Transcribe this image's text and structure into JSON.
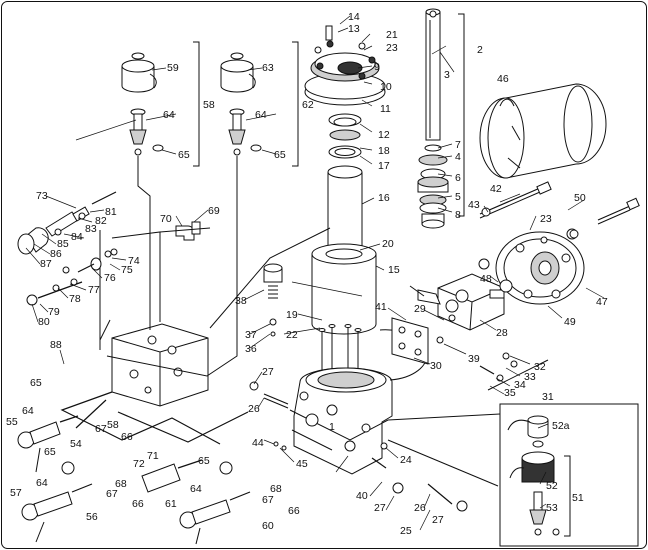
{
  "callouts": [
    {
      "id": "c1",
      "text": "1"
    },
    {
      "id": "c2",
      "text": "2"
    },
    {
      "id": "c3",
      "text": "3"
    },
    {
      "id": "c4",
      "text": "4"
    },
    {
      "id": "c5",
      "text": "5"
    },
    {
      "id": "c6",
      "text": "6"
    },
    {
      "id": "c7",
      "text": "7"
    },
    {
      "id": "c8",
      "text": "8"
    },
    {
      "id": "c9",
      "text": "9"
    },
    {
      "id": "c10",
      "text": "10"
    },
    {
      "id": "c11",
      "text": "11"
    },
    {
      "id": "c12",
      "text": "12"
    },
    {
      "id": "c13",
      "text": "13"
    },
    {
      "id": "c14",
      "text": "14"
    },
    {
      "id": "c15",
      "text": "15"
    },
    {
      "id": "c16",
      "text": "16"
    },
    {
      "id": "c17",
      "text": "17"
    },
    {
      "id": "c18",
      "text": "18"
    },
    {
      "id": "c19",
      "text": "19"
    },
    {
      "id": "c20",
      "text": "20"
    },
    {
      "id": "c21",
      "text": "21"
    },
    {
      "id": "c22",
      "text": "22"
    },
    {
      "id": "c23a",
      "text": "23"
    },
    {
      "id": "c23b",
      "text": "23"
    },
    {
      "id": "c24",
      "text": "24"
    },
    {
      "id": "c25",
      "text": "25"
    },
    {
      "id": "c26a",
      "text": "26"
    },
    {
      "id": "c26b",
      "text": "26"
    },
    {
      "id": "c27a",
      "text": "27"
    },
    {
      "id": "c27b",
      "text": "27"
    },
    {
      "id": "c27c",
      "text": "27"
    },
    {
      "id": "c28",
      "text": "28"
    },
    {
      "id": "c29",
      "text": "29"
    },
    {
      "id": "c30",
      "text": "30"
    },
    {
      "id": "c31",
      "text": "31"
    },
    {
      "id": "c32",
      "text": "32"
    },
    {
      "id": "c33",
      "text": "33"
    },
    {
      "id": "c34",
      "text": "34"
    },
    {
      "id": "c35",
      "text": "35"
    },
    {
      "id": "c36",
      "text": "36"
    },
    {
      "id": "c37",
      "text": "37"
    },
    {
      "id": "c38",
      "text": "38"
    },
    {
      "id": "c39",
      "text": "39"
    },
    {
      "id": "c40",
      "text": "40"
    },
    {
      "id": "c41",
      "text": "41"
    },
    {
      "id": "c42",
      "text": "42"
    },
    {
      "id": "c43",
      "text": "43"
    },
    {
      "id": "c44",
      "text": "44"
    },
    {
      "id": "c45",
      "text": "45"
    },
    {
      "id": "c46",
      "text": "46"
    },
    {
      "id": "c47",
      "text": "47"
    },
    {
      "id": "c48",
      "text": "48"
    },
    {
      "id": "c49",
      "text": "49"
    },
    {
      "id": "c50",
      "text": "50"
    },
    {
      "id": "c51",
      "text": "51"
    },
    {
      "id": "c52",
      "text": "52"
    },
    {
      "id": "c52a",
      "text": "52a"
    },
    {
      "id": "c53",
      "text": "53"
    },
    {
      "id": "c54",
      "text": "54"
    },
    {
      "id": "c55",
      "text": "55"
    },
    {
      "id": "c56",
      "text": "56"
    },
    {
      "id": "c57",
      "text": "57"
    },
    {
      "id": "c58a",
      "text": "58"
    },
    {
      "id": "c58b",
      "text": "58"
    },
    {
      "id": "c59",
      "text": "59"
    },
    {
      "id": "c60",
      "text": "60"
    },
    {
      "id": "c61",
      "text": "61"
    },
    {
      "id": "c62",
      "text": "62"
    },
    {
      "id": "c63",
      "text": "63"
    },
    {
      "id": "c64a",
      "text": "64"
    },
    {
      "id": "c64b",
      "text": "64"
    },
    {
      "id": "c64c",
      "text": "64"
    },
    {
      "id": "c64d",
      "text": "64"
    },
    {
      "id": "c64e",
      "text": "64"
    },
    {
      "id": "c65a",
      "text": "65"
    },
    {
      "id": "c65b",
      "text": "65"
    },
    {
      "id": "c65c",
      "text": "65"
    },
    {
      "id": "c65d",
      "text": "65"
    },
    {
      "id": "c65e",
      "text": "65"
    },
    {
      "id": "c66a",
      "text": "66"
    },
    {
      "id": "c66b",
      "text": "66"
    },
    {
      "id": "c66c",
      "text": "66"
    },
    {
      "id": "c67a",
      "text": "67"
    },
    {
      "id": "c67b",
      "text": "67"
    },
    {
      "id": "c67c",
      "text": "67"
    },
    {
      "id": "c68a",
      "text": "68"
    },
    {
      "id": "c68b",
      "text": "68"
    },
    {
      "id": "c69",
      "text": "69"
    },
    {
      "id": "c70",
      "text": "70"
    },
    {
      "id": "c71",
      "text": "71"
    },
    {
      "id": "c72",
      "text": "72"
    },
    {
      "id": "c73",
      "text": "73"
    },
    {
      "id": "c74",
      "text": "74"
    },
    {
      "id": "c75",
      "text": "75"
    },
    {
      "id": "c76",
      "text": "76"
    },
    {
      "id": "c77",
      "text": "77"
    },
    {
      "id": "c78",
      "text": "78"
    },
    {
      "id": "c79",
      "text": "79"
    },
    {
      "id": "c80",
      "text": "80"
    },
    {
      "id": "c81",
      "text": "81"
    },
    {
      "id": "c82",
      "text": "82"
    },
    {
      "id": "c83",
      "text": "83"
    },
    {
      "id": "c84",
      "text": "84"
    },
    {
      "id": "c85",
      "text": "85"
    },
    {
      "id": "c86",
      "text": "86"
    },
    {
      "id": "c87",
      "text": "87"
    },
    {
      "id": "c88",
      "text": "88"
    }
  ]
}
